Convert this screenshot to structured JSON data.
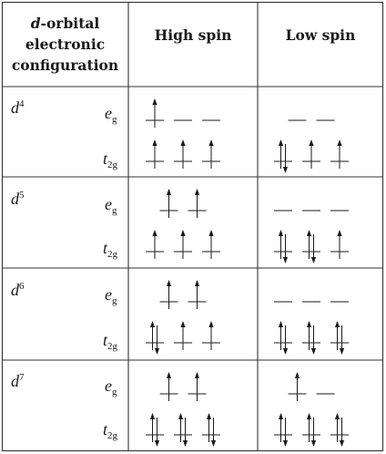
{
  "header": {
    "col1_line1_italic": "d",
    "col1_line1_rest": "-orbital",
    "col1_line2": "electronic",
    "col1_line3": "configuration",
    "col2": "High spin",
    "col3": "Low spin"
  },
  "rows": [
    {
      "config": "d",
      "config_sup": "4",
      "eg_label": "e",
      "eg_sub": "g",
      "t2g_label": "t",
      "t2g_sub": "2g",
      "high_spin": {
        "eg": [
          1,
          0,
          0
        ],
        "t2g": [
          1,
          1,
          1
        ]
      },
      "low_spin": {
        "eg": [
          0,
          0
        ],
        "t2g": [
          2,
          1,
          1
        ]
      }
    },
    {
      "config": "d",
      "config_sup": "5",
      "eg_label": "e",
      "eg_sub": "g",
      "t2g_label": "t",
      "t2g_sub": "2g",
      "high_spin": {
        "eg": [
          1,
          1
        ],
        "t2g": [
          1,
          1,
          1
        ]
      },
      "low_spin": {
        "eg": [
          0,
          0,
          0
        ],
        "t2g": [
          2,
          2,
          1
        ]
      }
    },
    {
      "config": "d",
      "config_sup": "6",
      "eg_label": "e",
      "eg_sub": "g",
      "t2g_label": "t",
      "t2g_sub": "2g",
      "high_spin": {
        "eg": [
          1,
          1
        ],
        "t2g": [
          2,
          1,
          1
        ]
      },
      "low_spin": {
        "eg": [
          0,
          0,
          0
        ],
        "t2g": [
          2,
          2,
          2
        ]
      }
    },
    {
      "config": "d",
      "config_sup": "7",
      "eg_label": "e",
      "eg_sub": "g",
      "t2g_label": "t",
      "t2g_sub": "2g",
      "high_spin": {
        "eg": [
          1,
          1
        ],
        "t2g": [
          2,
          2,
          2
        ]
      },
      "low_spin": {
        "eg": [
          1,
          0
        ],
        "t2g": [
          2,
          2,
          2
        ]
      }
    }
  ]
}
